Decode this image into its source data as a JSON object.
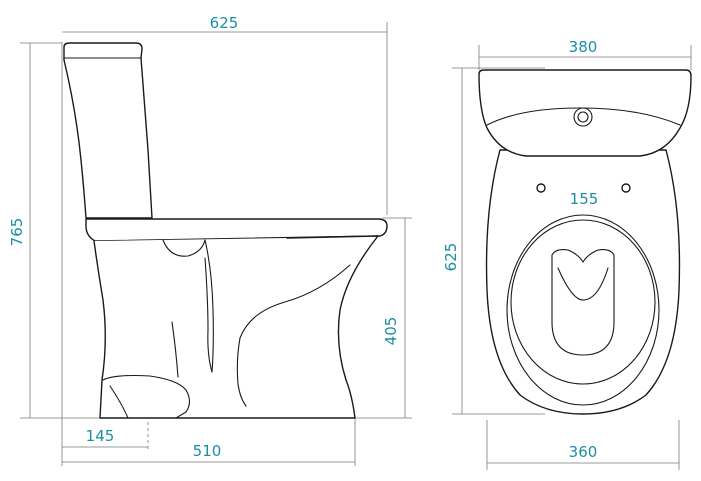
{
  "side_view": {
    "overall_length": "625",
    "overall_height": "765",
    "seat_height": "405",
    "outlet_offset": "145",
    "base_length": "510"
  },
  "top_view": {
    "tank_width": "380",
    "length": "625",
    "hole_spacing": "155",
    "bowl_width": "360"
  }
}
